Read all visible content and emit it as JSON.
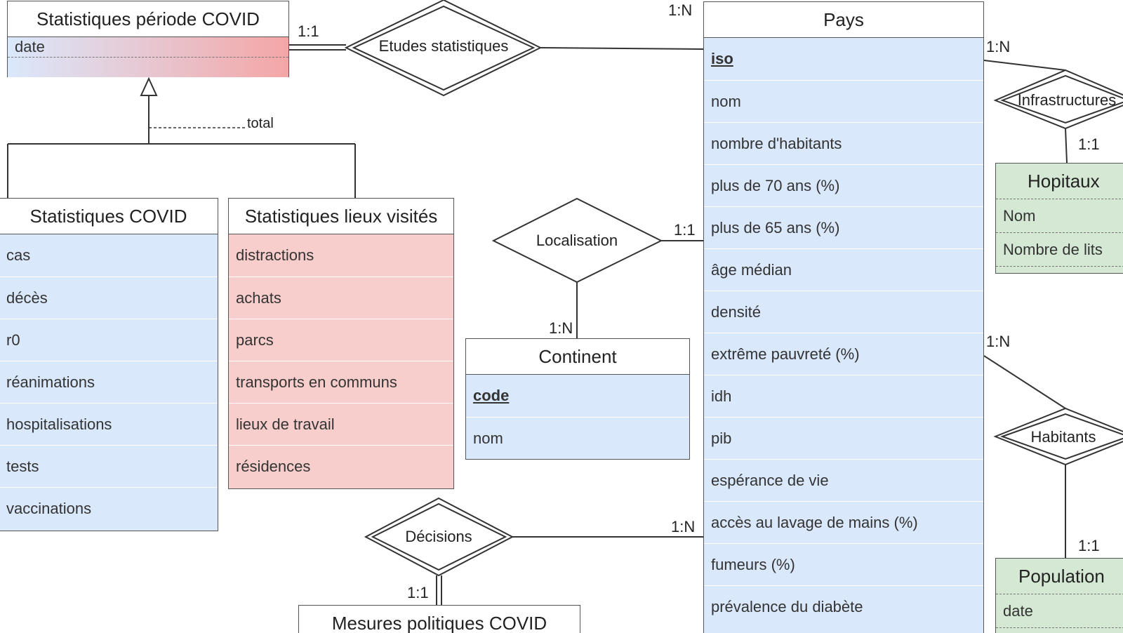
{
  "entities": {
    "stat_periode": {
      "title": "Statistiques période COVID",
      "attrs": [
        "date"
      ]
    },
    "stat_covid": {
      "title": "Statistiques COVID",
      "attrs": [
        "cas",
        "décès",
        "r0",
        "réanimations",
        "hospitalisations",
        "tests",
        "vaccinations"
      ]
    },
    "stat_lieux": {
      "title": "Statistiques lieux visités",
      "attrs": [
        "distractions",
        "achats",
        "parcs",
        "transports en communs",
        "lieux de travail",
        "résidences"
      ]
    },
    "continent": {
      "title": "Continent",
      "key": "code",
      "attrs": [
        "nom"
      ]
    },
    "pays": {
      "title": "Pays",
      "key": "iso",
      "attrs": [
        "nom",
        "nombre d'habitants",
        "plus de 70 ans (%)",
        "plus de 65 ans (%)",
        "âge médian",
        "densité",
        "extrême pauvreté (%)",
        "idh",
        "pib",
        "espérance de vie",
        "accès au  lavage de mains (%)",
        "fumeurs (%)",
        "prévalence du diabète"
      ]
    },
    "hopitaux": {
      "title": "Hopitaux",
      "attrs": [
        "Nom",
        "Nombre de lits"
      ]
    },
    "population": {
      "title": "Population",
      "attrs": [
        "date"
      ]
    },
    "mesures": {
      "title": "Mesures politiques COVID"
    }
  },
  "relations": {
    "etudes": "Etudes statistiques",
    "localisation": "Localisation",
    "decisions": "Décisions",
    "infrastructures": "Infrastructures",
    "habitants": "Habitants"
  },
  "cardinalities": {
    "etudes_periode": "1:1",
    "etudes_pays": "1:N",
    "localisation_pays": "1:1",
    "localisation_continent": "1:N",
    "decisions_pays": "1:N",
    "decisions_mesures": "1:1",
    "infra_pays": "1:N",
    "infra_hopitaux": "1:1",
    "habitants_pays": "1:N",
    "habitants_population": "1:1"
  },
  "specialization": {
    "label": "total"
  }
}
